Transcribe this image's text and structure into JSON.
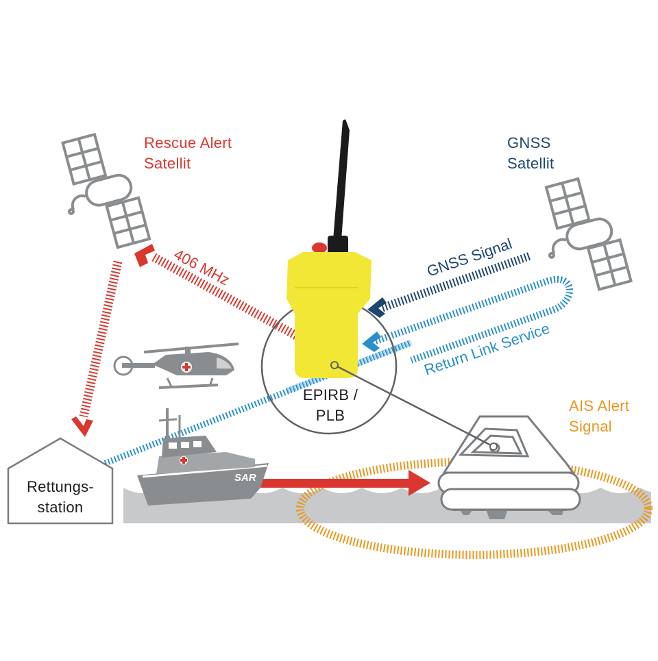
{
  "labels": {
    "rescue_satellite": [
      "Rescue Alert",
      "Satellit"
    ],
    "gnss_satellite": [
      "GNSS",
      "Satellit"
    ],
    "frequency": "406 MHz",
    "gnss_signal": "GNSS Signal",
    "return_link": "Return Link Service",
    "ais_alert": [
      "AIS Alert",
      "Signal"
    ],
    "beacon": [
      "EPIRB /",
      "PLB"
    ],
    "station": [
      "Rettungs-",
      "station"
    ],
    "boat_marking": "SAR"
  },
  "colors": {
    "red": "#d9372f",
    "navy": "#1e456e",
    "blue": "#2a8fc9",
    "light_blue": "#9fd0ea",
    "orange": "#e8971f",
    "gray": "#8a8d8f",
    "sea": "#c8c9ca",
    "yellow": "#f3e735"
  },
  "icons": [
    "satellite-icon",
    "helicopter-icon",
    "rescue-boat-icon",
    "life-raft-icon",
    "station-house-icon",
    "beacon-device-icon"
  ]
}
